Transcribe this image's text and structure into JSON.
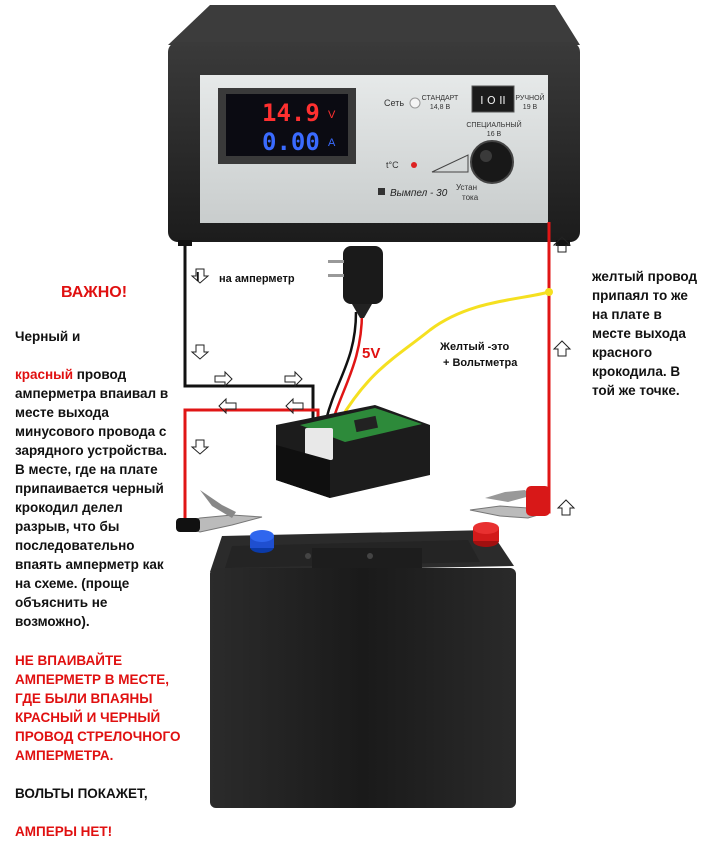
{
  "charger": {
    "volts_display": "14.9",
    "volts_unit": "V",
    "amps_display": "0.00",
    "amps_unit": "A",
    "set_label": "Сеть",
    "standard_label": "СТАНДАРТ",
    "standard_value": "14,8 В",
    "manual_label": "РУЧНОЙ",
    "manual_value": "19 В",
    "special_label": "СПЕЦИАЛЬНЫЙ",
    "special_value": "16 В",
    "temp_label": "t°C",
    "brand_label": "Вымпел - 30",
    "knob_label_1": "Устан",
    "knob_label_2": "тока"
  },
  "labels": {
    "ammeter_arrow": "I",
    "ammeter_text": "на амперметр",
    "five_volt": "5V",
    "yellow_line1": "Желтый -это",
    "yellow_line2": "+ Вольтметра"
  },
  "left_note": {
    "title": "ВАЖНО!",
    "p1": "Черный и",
    "p2_red": "красный",
    "p2_rest": " провод амперметра впаивал в месте выхода минусового провода с зарядного устройства. В месте, где на плате припаивается черный крокодил делел разрыв, что бы последовательно впаять амперметр как на схеме. (проще объяснить не возможно)."
  },
  "warning": {
    "red_text": "НЕ ВПАИВАЙТЕ АМПЕРМЕТР В МЕСТЕ, ГДЕ БЫЛИ ВПАЯНЫ КРАСНЫЙ И ЧЕРНЫЙ ПРОВОД СТРЕЛОЧНОГО АМПЕРМЕТРА.",
    "black_text": "ВОЛЬТЫ ПОКАЖЕТ,",
    "red_end": "АМПЕРЫ НЕТ!"
  },
  "right_note": {
    "text": "желтый провод припаял то же на плате в месте выхода красного крокодила. В той же точке."
  },
  "colors": {
    "red_wire": "#e01515",
    "black_wire": "#111111",
    "yellow_wire": "#f5e020",
    "battery": "#1e1e1e",
    "charger_body": "#2a2a2a",
    "panel": "#d8dcdc"
  }
}
